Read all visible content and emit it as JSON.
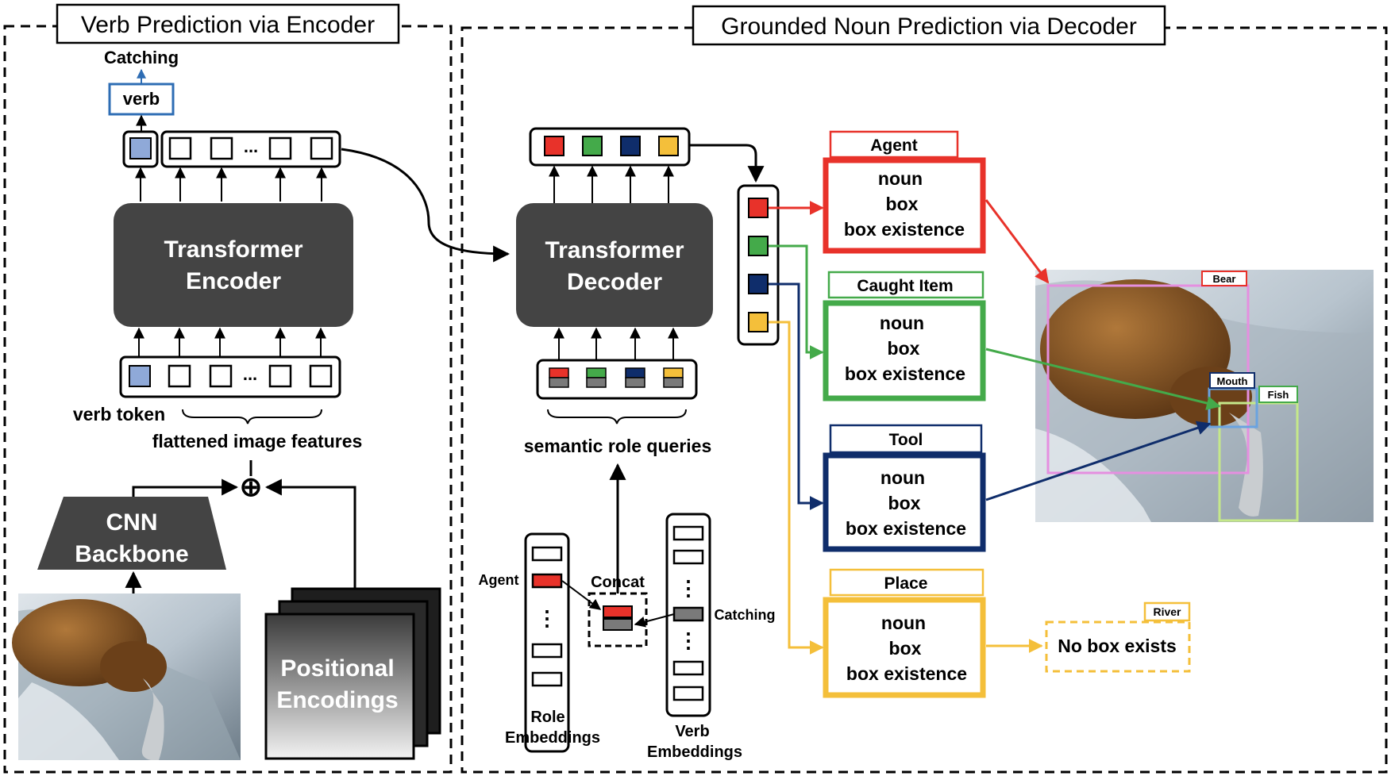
{
  "encoder_panel": {
    "title": "Verb Prediction via Encoder",
    "verb_output": "Catching",
    "verb_box": "verb",
    "encoder_label_1": "Transformer",
    "encoder_label_2": "Encoder",
    "ellipsis": "...",
    "verb_token": "verb token",
    "flattened": "flattened image features",
    "cnn_1": "CNN",
    "cnn_2": "Backbone",
    "pos_1": "Positional",
    "pos_2": "Encodings",
    "plus": "⊕"
  },
  "decoder_panel": {
    "title": "Grounded Noun Prediction via Decoder",
    "decoder_label_1": "Transformer",
    "decoder_label_2": "Decoder",
    "semantic_queries": "semantic role queries",
    "concat": "Concat",
    "agent_label": "Agent",
    "catching_label": "Catching",
    "role_emb_1": "Role",
    "role_emb_2": "Embeddings",
    "verb_emb_1": "Verb",
    "verb_emb_2": "Embeddings",
    "vdots": "⋮"
  },
  "roles": [
    {
      "name": "Agent",
      "color": "#e8322a",
      "lines": [
        "noun",
        "box",
        "box existence"
      ]
    },
    {
      "name": "Caught Item",
      "color": "#44aa4a",
      "lines": [
        "noun",
        "box",
        "box existence"
      ]
    },
    {
      "name": "Tool",
      "color": "#0f2d6b",
      "lines": [
        "noun",
        "box",
        "box existence"
      ]
    },
    {
      "name": "Place",
      "color": "#f4bf3a",
      "lines": [
        "noun",
        "box",
        "box existence"
      ]
    }
  ],
  "no_box": {
    "label": "River",
    "text": "No box exists"
  },
  "image_labels": {
    "bear": "Bear",
    "mouth": "Mouth",
    "fish": "Fish"
  },
  "colors": {
    "verb_blue": "#2e6db4",
    "token_blue": "#8fa9d8",
    "dark_block": "#444444",
    "bear_box": "#e58fe0",
    "mouth_box": "#6aa3e0",
    "fish_box": "#c5e88a"
  }
}
